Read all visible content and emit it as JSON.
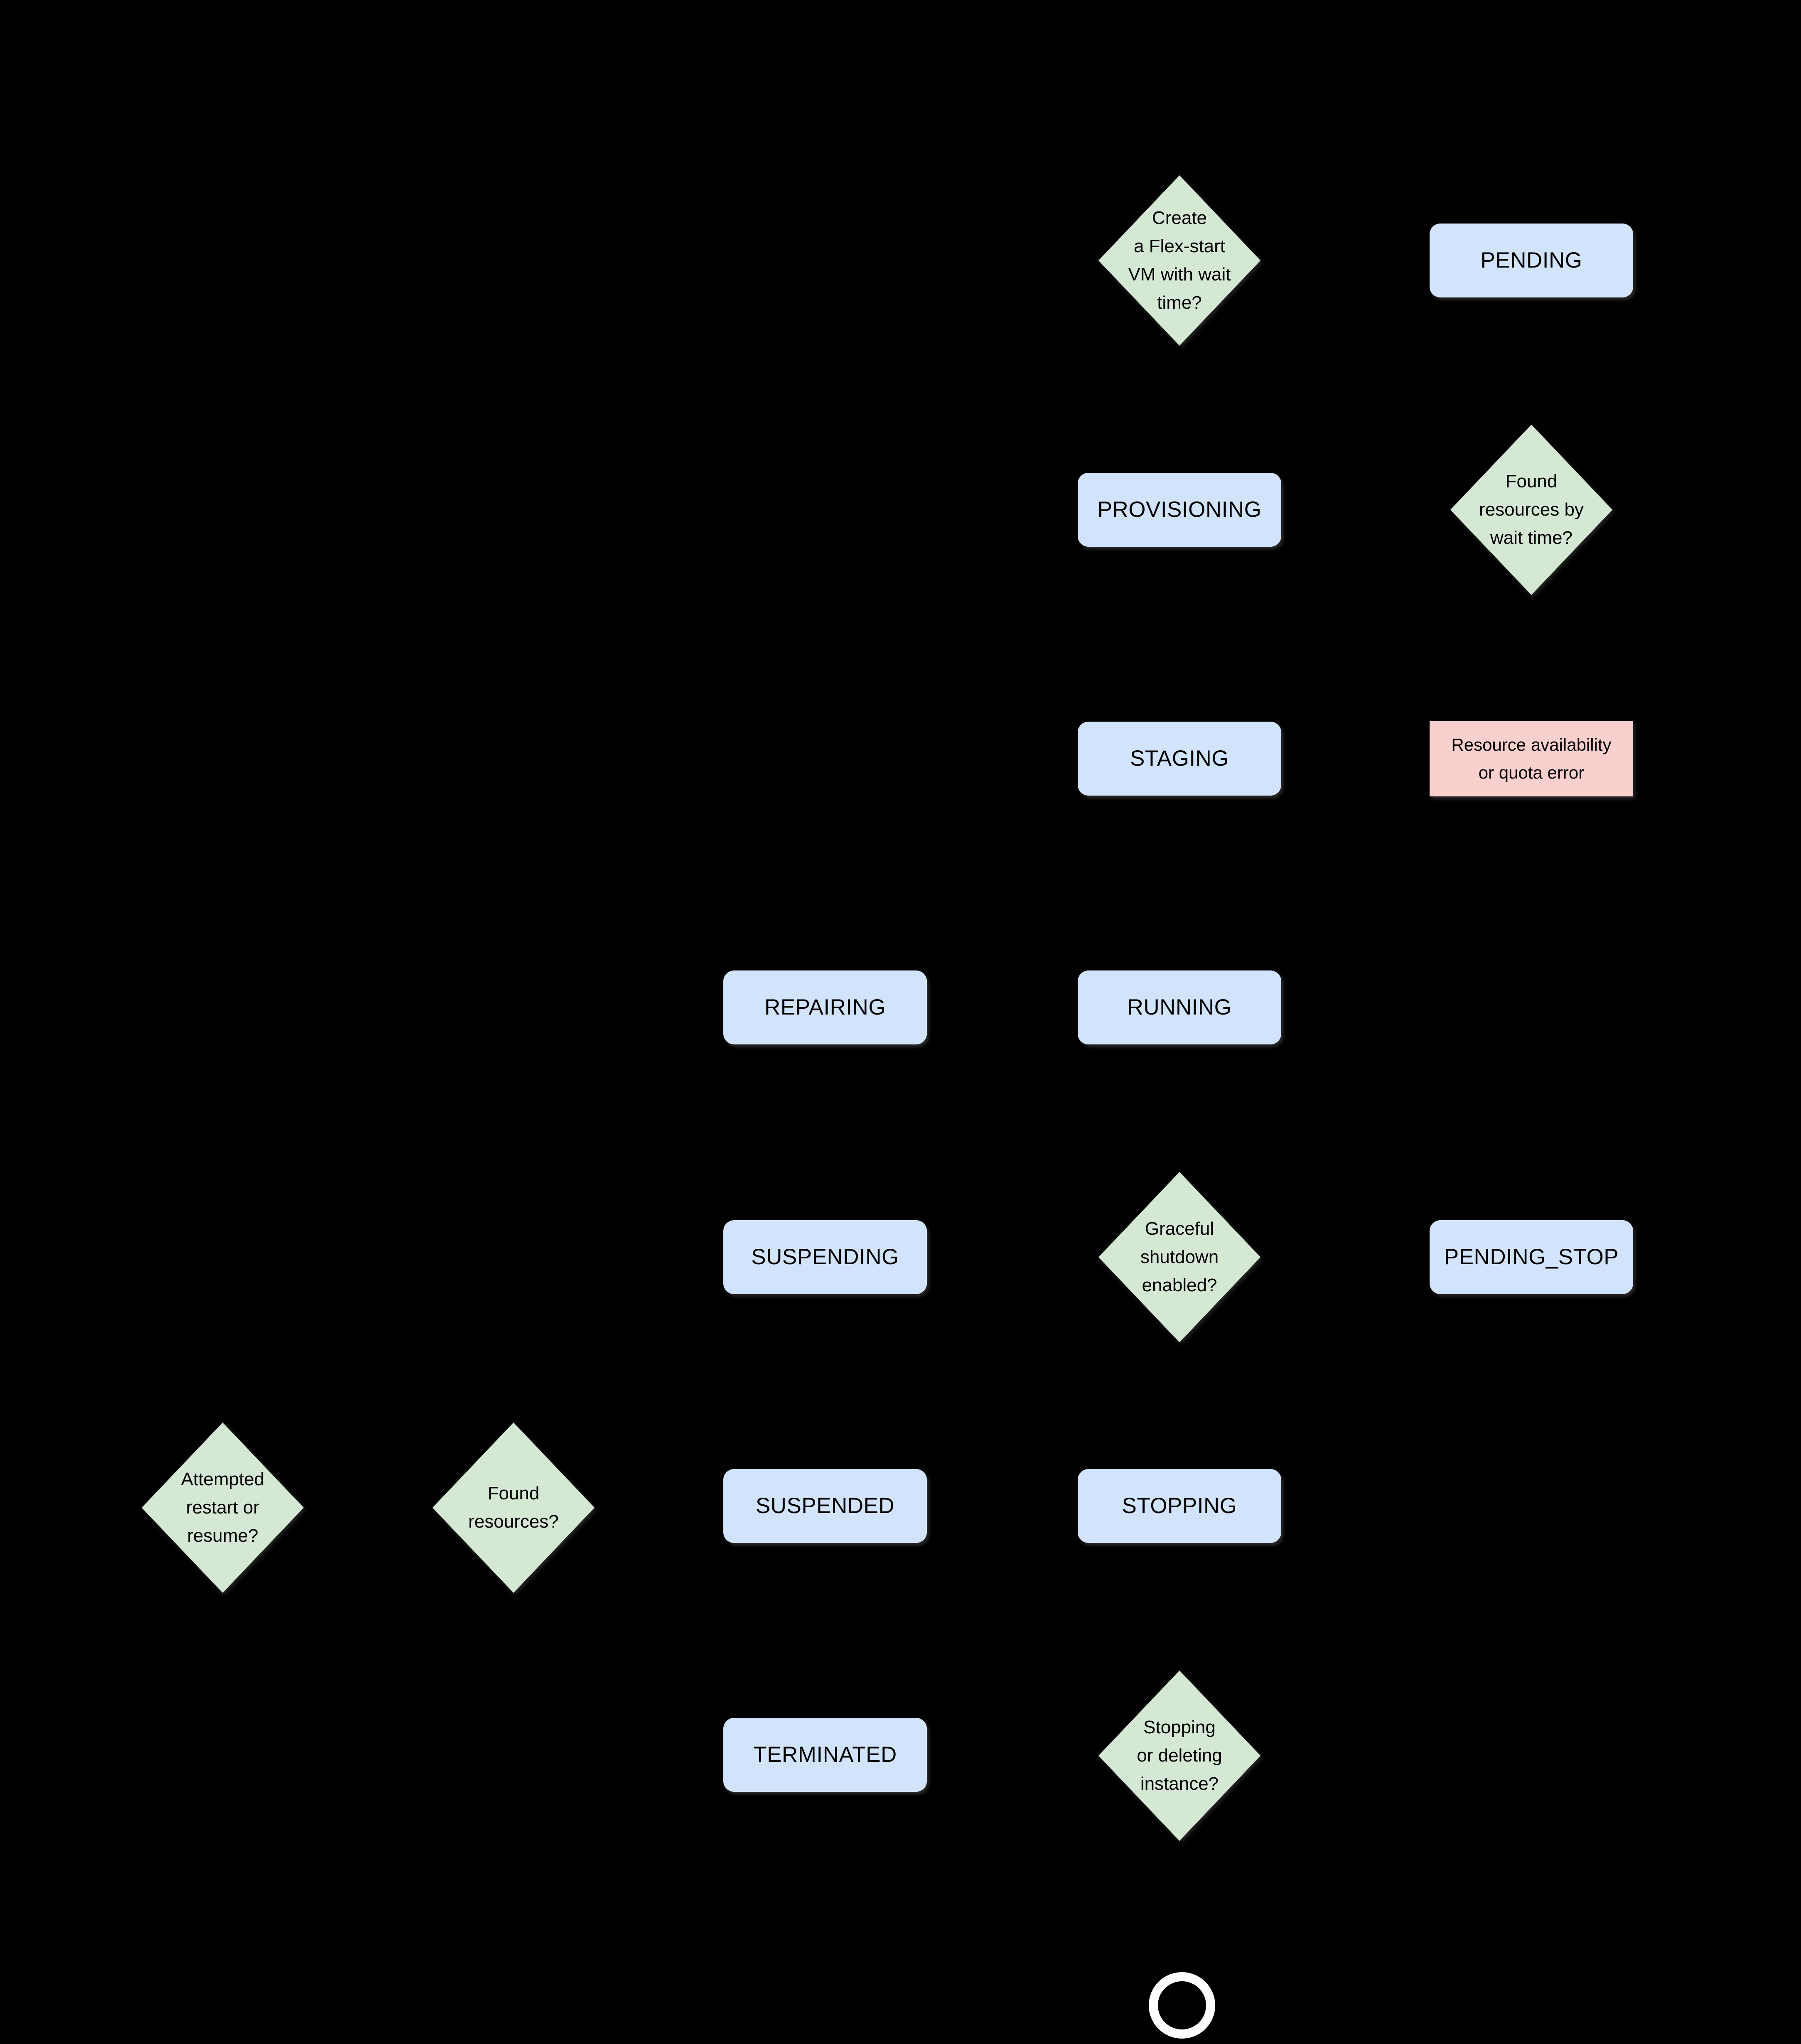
{
  "diagram": {
    "title": "Flex-start VM lifecycle flowchart",
    "background": "#000000",
    "colors": {
      "state_fill": "#d2e3fc",
      "decision_fill": "#d5e8d4",
      "error_fill": "#f9d0cd",
      "text": "#000000",
      "end_ring": "#ffffff"
    },
    "nodes": {
      "create_flex_start_vm": {
        "type": "decision",
        "label": "Create\na Flex-start\nVM with wait\ntime?"
      },
      "pending": {
        "type": "state",
        "label": "PENDING"
      },
      "provisioning": {
        "type": "state",
        "label": "PROVISIONING"
      },
      "found_resources_by_wait_time": {
        "type": "decision",
        "label": "Found\nresources by\nwait time?"
      },
      "staging": {
        "type": "state",
        "label": "STAGING"
      },
      "resource_error": {
        "type": "error",
        "label": "Resource availability\nor quota error"
      },
      "repairing": {
        "type": "state",
        "label": "REPAIRING"
      },
      "running": {
        "type": "state",
        "label": "RUNNING"
      },
      "suspending": {
        "type": "state",
        "label": "SUSPENDING"
      },
      "graceful_shutdown": {
        "type": "decision",
        "label": "Graceful\nshutdown\nenabled?"
      },
      "pending_stop": {
        "type": "state",
        "label": "PENDING_STOP"
      },
      "attempted_restart_or_resume": {
        "type": "decision",
        "label": "Attempted\nrestart or\nresume?"
      },
      "found_resources": {
        "type": "decision",
        "label": "Found\nresources?"
      },
      "suspended": {
        "type": "state",
        "label": "SUSPENDED"
      },
      "stopping": {
        "type": "state",
        "label": "STOPPING"
      },
      "terminated": {
        "type": "state",
        "label": "TERMINATED"
      },
      "stopping_or_deleting_instance": {
        "type": "decision",
        "label": "Stopping\nor deleting\ninstance?"
      },
      "end_state": {
        "type": "end",
        "label": ""
      }
    }
  }
}
